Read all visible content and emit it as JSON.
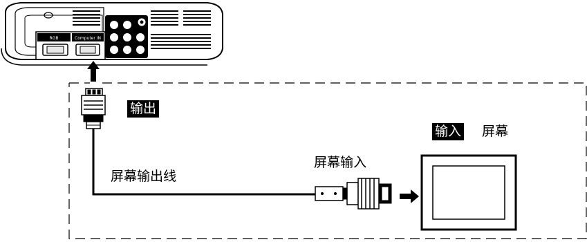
{
  "labels": {
    "output_tag": "输出",
    "input_tag": "输入",
    "screen": "屏幕",
    "screen_input": "屏幕输入",
    "cable": "屏幕输出线"
  },
  "projector": {
    "port_label_left": "RGB",
    "port_label_right": "Computer IN"
  },
  "colors": {
    "line": "#000000",
    "fill": "#ffffff",
    "shade": "#e8e8e8",
    "tag_bg": "#000000",
    "tag_fg": "#ffffff"
  }
}
